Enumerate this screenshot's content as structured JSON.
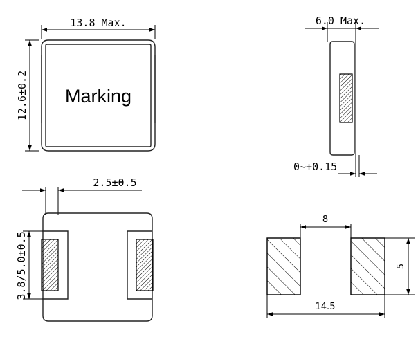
{
  "views": {
    "top": {
      "width_label": "13.8 Max.",
      "height_label": "12.6±0.2",
      "marking_text": "Marking"
    },
    "side": {
      "thickness_label": "6.0 Max.",
      "standoff_label": "0~+0.15"
    },
    "bottom": {
      "terminal_width_label": "2.5±0.5",
      "terminal_height_label": "3.8/5.0±0.5"
    },
    "land_pattern": {
      "gap_label": "8",
      "total_label": "14.5",
      "height_label": "5"
    }
  },
  "colors": {
    "line": "#000000",
    "body_line": "#222222",
    "hatch": "#000000"
  }
}
